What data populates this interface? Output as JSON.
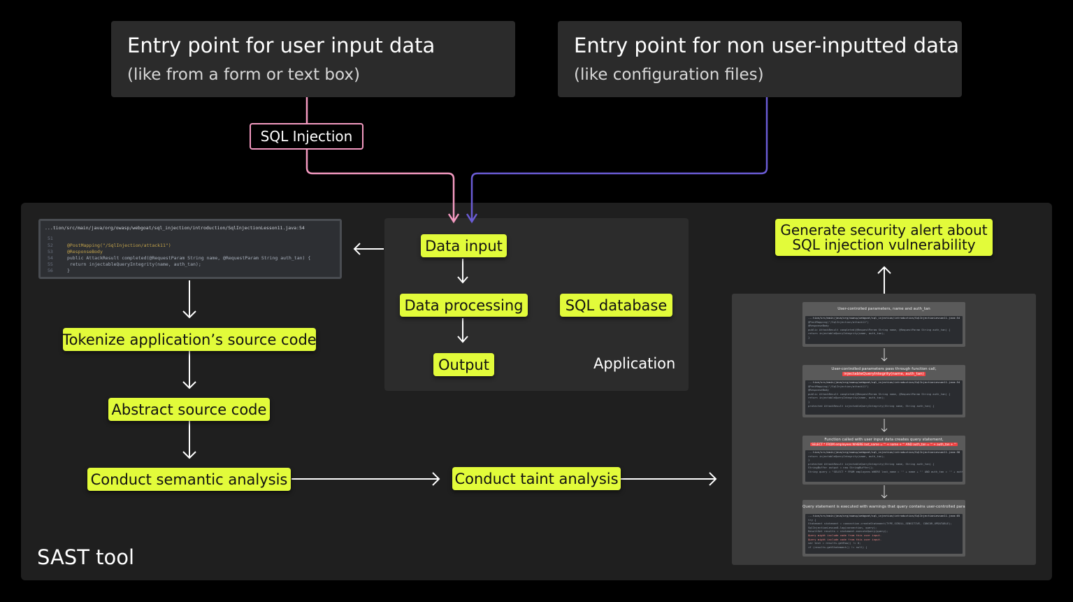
{
  "entry_user": {
    "title": "Entry point for user input data",
    "subtitle": "(like from a form or text box)"
  },
  "entry_nonuser": {
    "title": "Entry point for non user-inputted data",
    "subtitle": "(like configuration files)"
  },
  "sql_injection_label": "SQL Injection",
  "colors": {
    "background": "#000000",
    "panel": "#1f1f1f",
    "chip": "#e2fb3a",
    "user_flow": "#f49ac1",
    "nonuser_flow": "#6b5cd6"
  },
  "application": {
    "label": "Application",
    "data_input": "Data input",
    "data_processing": "Data processing",
    "sql_database": "SQL database",
    "output": "Output"
  },
  "sast": {
    "label": "SAST tool",
    "tokenize": "Tokenize application’s source code",
    "abstract": "Abstract source code",
    "semantic": "Conduct semantic analysis",
    "taint": "Conduct taint analysis",
    "alert_line1": "Generate security alert about",
    "alert_line2": "SQL injection vulnerability"
  },
  "code": {
    "path": "...tion/src/main/java/org/owasp/webgoat/sql_injection/introduction/SqlInjectionLesson11.java:54",
    "lines": [
      {
        "n": "51",
        "t": ""
      },
      {
        "n": "52",
        "t": "@PostMapping(\"/SqlInjection/attack11\")"
      },
      {
        "n": "53",
        "t": "@ResponseBody"
      },
      {
        "n": "54",
        "t": "public AttackResult completed(@RequestParam String name, @RequestParam String auth_tan) {"
      },
      {
        "n": "55",
        "t": "    return injectableQueryIntegrity(name, auth_tan);"
      },
      {
        "n": "56",
        "t": "}"
      }
    ]
  },
  "example_steps": [
    {
      "caption": "User-controlled parameters, name and auth_tan"
    },
    {
      "caption": "User-controlled parameters pass through function call,",
      "caption2": "injectableQueryIntegrity(name, auth_tan)"
    },
    {
      "caption": "Function called with user input data creates query statement,",
      "caption2": "SELECT * FROM employees WHERE last_name = '\" + name + \"' AND auth_tan = '\" + auth_tan + \"'"
    },
    {
      "caption": "Query statement is executed with warnings that query contains user-controlled parameters"
    }
  ]
}
